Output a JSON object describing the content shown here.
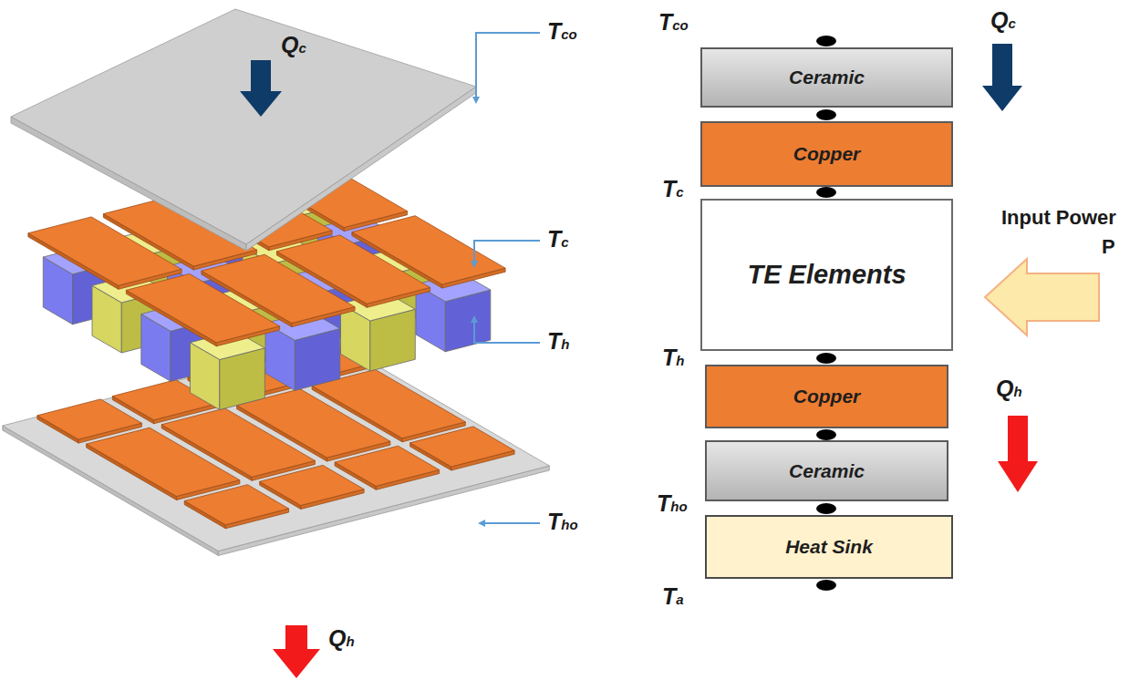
{
  "diagram": {
    "nodes": [
      {
        "text": [
          "Ceramic"
        ]
      },
      {
        "text": [
          "Copper"
        ]
      },
      {
        "text": [
          "TE Elements"
        ]
      },
      {
        "text": [
          "Copper"
        ]
      },
      {
        "text": [
          "Ceramic"
        ]
      },
      {
        "text": [
          "Heat Sink"
        ]
      }
    ],
    "labels": [
      "Qc",
      "Tco",
      "Tc",
      "Th",
      "Tho",
      "Qh",
      "Tco",
      "Qc",
      "Tc",
      "Input Power",
      "P",
      "Th",
      "Qh",
      "Tho",
      "Ta"
    ]
  }
}
